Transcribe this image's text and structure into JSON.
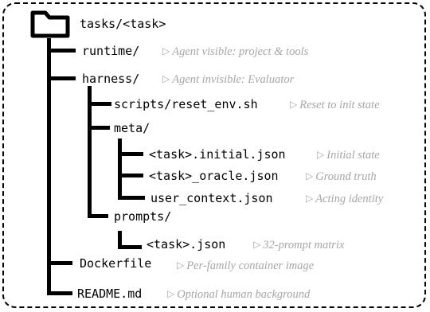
{
  "root": {
    "label": "tasks/<task>",
    "icon": "folder-icon"
  },
  "entries": [
    {
      "id": "runtime",
      "label": "runtime/",
      "note": "Agent visible: project & tools"
    },
    {
      "id": "harness",
      "label": "harness/",
      "note": "Agent invisible: Evaluator"
    },
    {
      "id": "reset-env",
      "label": "scripts/reset_env.sh",
      "note": "Reset to init state"
    },
    {
      "id": "meta",
      "label": "meta/",
      "note": ""
    },
    {
      "id": "task-initial",
      "label": "<task>.initial.json",
      "note": "Initial state"
    },
    {
      "id": "task-oracle",
      "label": "<task>_oracle.json",
      "note": "Ground truth"
    },
    {
      "id": "user-context",
      "label": "user_context.json",
      "note": "Acting identity"
    },
    {
      "id": "prompts",
      "label": "prompts/",
      "note": ""
    },
    {
      "id": "task-json",
      "label": "<task>.json",
      "note": "32-prompt matrix"
    },
    {
      "id": "dockerfile",
      "label": "Dockerfile",
      "note": "Per-family container image"
    },
    {
      "id": "readme",
      "label": "README.md",
      "note": "Optional human background"
    }
  ],
  "arrow_glyph": "▷"
}
